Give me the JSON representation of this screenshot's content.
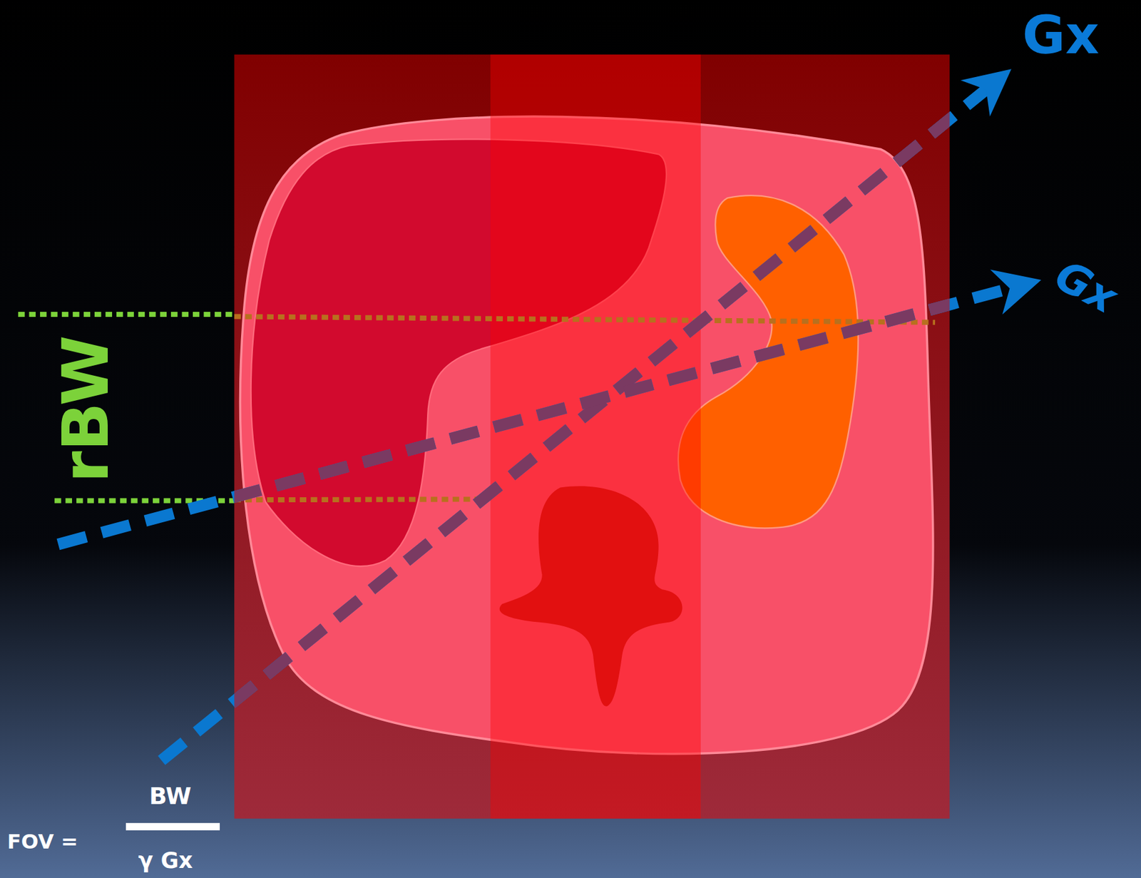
{
  "diagram": {
    "labels": [
      "Gx",
      "Gx",
      "rBW",
      "FOV =",
      "BW",
      "γ Gx"
    ]
  }
}
